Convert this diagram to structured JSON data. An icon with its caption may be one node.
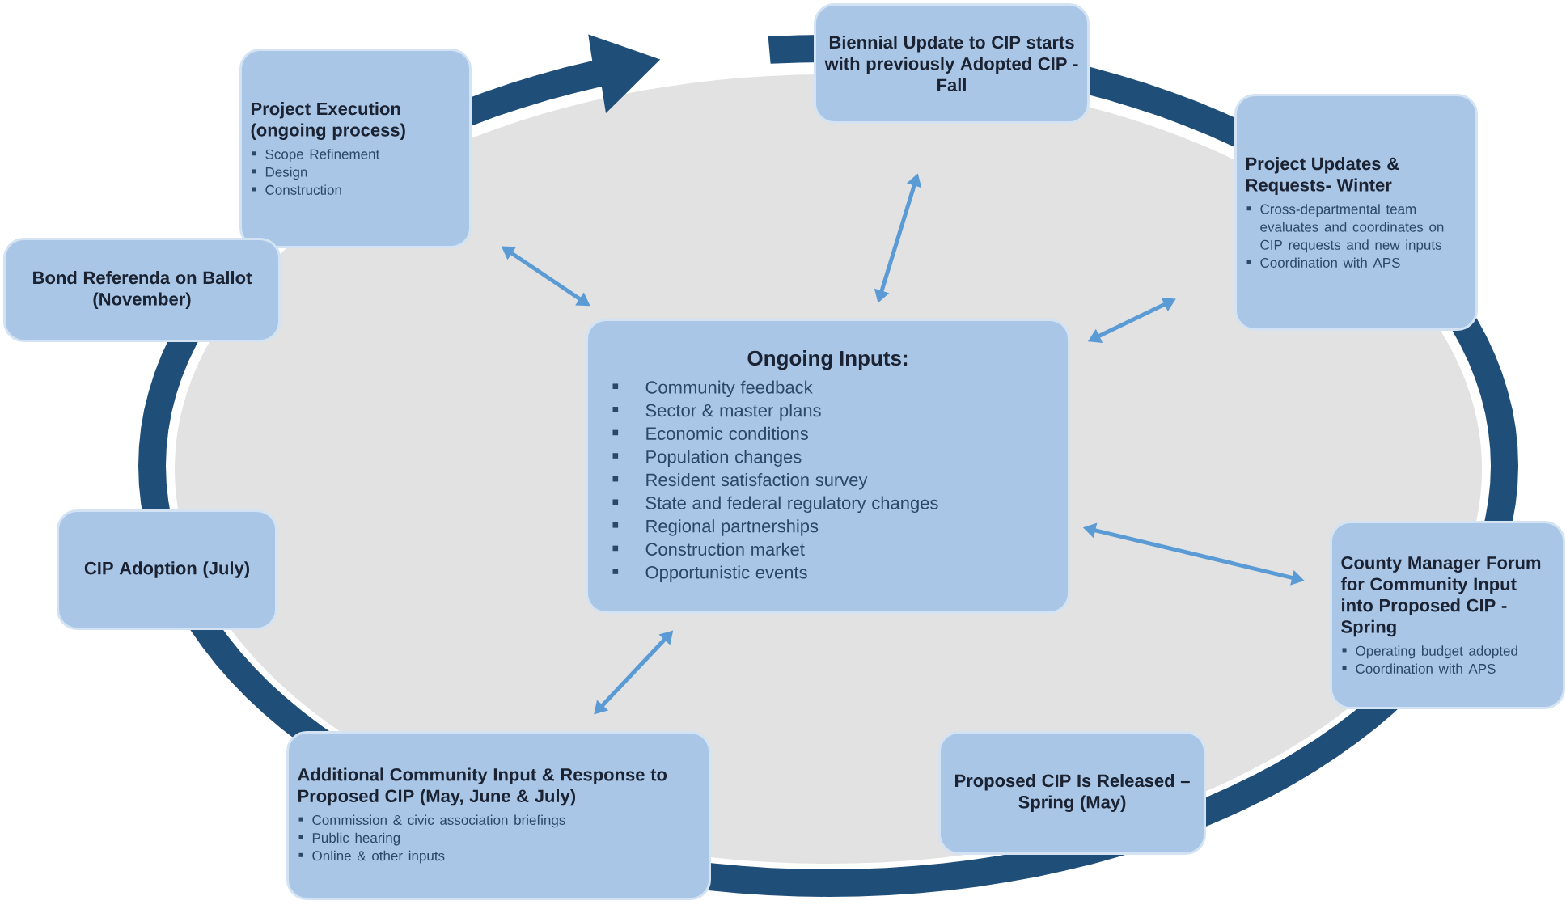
{
  "diagram": {
    "nodes": [
      {
        "text": [
          "Ongoing Inputs:",
          "Community feedback",
          "Sector & master plans",
          "Economic conditions",
          "Population changes",
          "Resident satisfaction survey",
          "State and federal regulatory changes",
          "Regional partnerships",
          "Construction market",
          "Opportunistic events"
        ]
      },
      {
        "text": [
          "Project Execution (ongoing process)",
          "Scope Refinement",
          "Design",
          "Construction"
        ]
      },
      {
        "text": [
          "Biennial Update to CIP starts with previously Adopted CIP - Fall"
        ]
      },
      {
        "text": [
          "Project Updates & Requests- Winter",
          "Cross-departmental team evaluates and coordinates on CIP requests and new inputs",
          "Coordination with APS"
        ]
      },
      {
        "text": [
          "County Manager Forum for Community Input into Proposed CIP - Spring",
          "Operating budget adopted",
          "Coordination with APS"
        ]
      },
      {
        "text": [
          "Proposed CIP Is Released – Spring (May)"
        ]
      },
      {
        "text": [
          "Additional Community Input & Response to Proposed CIP (May, June & July)",
          "Commission & civic association briefings",
          "Public hearing",
          "Online & other inputs"
        ]
      },
      {
        "text": [
          "CIP Adoption (July)"
        ]
      },
      {
        "text": [
          "Bond Referenda on Ballot (November)"
        ]
      }
    ],
    "edges": [
      {
        "from": 0,
        "to": 1,
        "arrow": "both"
      },
      {
        "from": 0,
        "to": 2,
        "arrow": "both"
      },
      {
        "from": 0,
        "to": 3,
        "arrow": "both"
      },
      {
        "from": 0,
        "to": 4,
        "arrow": "both"
      },
      {
        "from": 0,
        "to": 6,
        "arrow": "both"
      }
    ]
  }
}
